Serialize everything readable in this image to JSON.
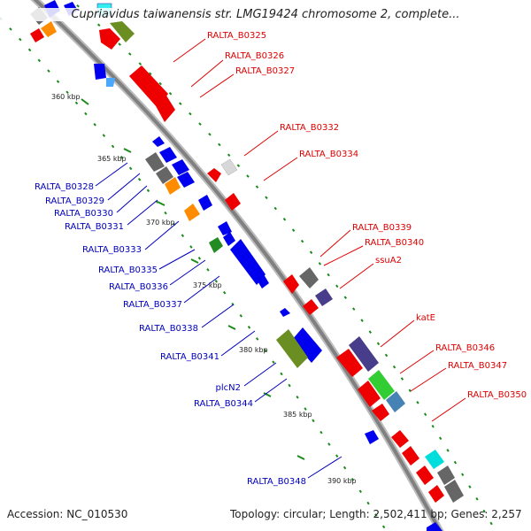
{
  "title": "Cupriavidus taiwanensis str. LMG19424 chromosome 2, complete...",
  "footer": {
    "accession": "Accession: NC_010530",
    "topology": "Topology: circular; Length: 2,502,411 bp; Genes: 2,257"
  },
  "colors": {
    "forward_label": "#dd0000",
    "reverse_label": "#0000bb",
    "backbone": "#888888",
    "tick": "#1a8a1a"
  },
  "kbp_marks": [
    "360 kbp",
    "365 kbp",
    "370 kbp",
    "375 kbp",
    "380 kbp",
    "385 kbp",
    "390 kbp"
  ],
  "forward_labels": [
    "RALTA_B0325",
    "RALTA_B0326",
    "RALTA_B0327",
    "RALTA_B0332",
    "RALTA_B0334",
    "RALTA_B0339",
    "RALTA_B0340",
    "ssuA2",
    "katE",
    "RALTA_B0346",
    "RALTA_B0347",
    "RALTA_B0350"
  ],
  "reverse_labels": [
    "RALTA_B0328",
    "RALTA_B0329",
    "RALTA_B0330",
    "RALTA_B0331",
    "RALTA_B0333",
    "RALTA_B0335",
    "RALTA_B0336",
    "RALTA_B0337",
    "RALTA_B0338",
    "RALTA_B0341",
    "plcN2",
    "RALTA_B0344",
    "RALTA_B0348"
  ]
}
